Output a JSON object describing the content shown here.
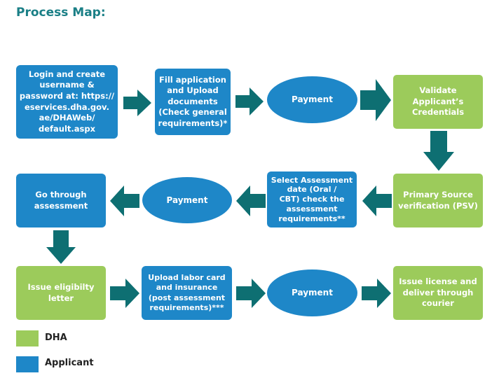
{
  "title": "Process Map:",
  "colors": {
    "applicant": "#1e87c8",
    "dha": "#9ccb5b",
    "arrow": "#0e6f72",
    "title": "#1a7f86"
  },
  "nodes": {
    "login": "Login and create\nusername &\npassword  at: https://\neservices.dha.gov.\nae/DHAWeb/\ndefault.aspx",
    "fill_application": "Fill application\nand Upload\ndocuments\n(Check general\nrequirements)*",
    "payment1": "Payment",
    "validate": "Validate\nApplicant’s\nCredentials",
    "psv": "Primary Source\nverification (PSV)",
    "select_assessment": "Select Assessment\ndate (Oral /\nCBT) check the\nassessment\nrequirements**",
    "payment2": "Payment",
    "go_assessment": "Go through\nassessment",
    "issue_eligibility": "Issue eligibilty\nletter",
    "upload_labor": "Upload labor card\nand insurance\n(post assessment\nrequirements)***",
    "payment3": "Payment",
    "issue_license": "Issue license  and\ndeliver through\ncourier"
  },
  "legend": [
    {
      "label": "DHA",
      "color": "#9ccb5b"
    },
    {
      "label": "Applicant",
      "color": "#1e87c8"
    }
  ]
}
